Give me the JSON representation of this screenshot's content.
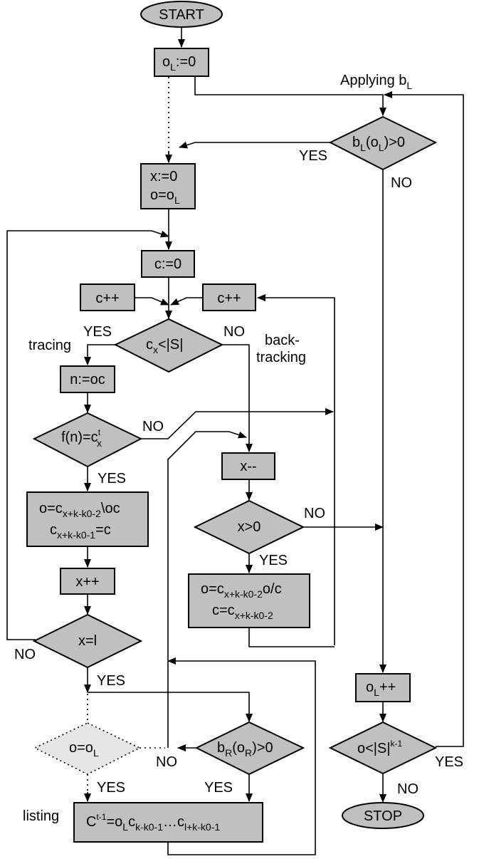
{
  "nodes": {
    "start": "START",
    "stop": "STOP",
    "init_ol": [
      "o",
      "L",
      ":=0"
    ],
    "applying_bl": [
      "Applying b",
      "L"
    ],
    "bl_cond": [
      "b",
      "L",
      "(o",
      "L",
      ")>0"
    ],
    "x_init": "x:=0",
    "o_init": [
      "o=o",
      "L"
    ],
    "c_init": "c:=0",
    "c_inc_left": "c++",
    "c_inc_right": "c++",
    "cx_cond": [
      "c",
      "x",
      "<|S|"
    ],
    "n_assign": "n:=oc",
    "fn_cond": [
      "f(n)=c",
      "t",
      "x"
    ],
    "o_update": [
      "o=c",
      "x+k-k0-2",
      "\\oc"
    ],
    "c_update": [
      "c",
      "x+k-k0-1",
      "=c"
    ],
    "x_inc": "x++",
    "x_cond": "x=l",
    "x_dec": "x--",
    "xgt0_cond": "x>0",
    "bt_o": [
      "o=c",
      "x+k-k0-2",
      "o/c"
    ],
    "bt_c": [
      "c=c",
      "x+k-k0-2"
    ],
    "ol_inc": [
      "o",
      "L",
      "++"
    ],
    "ol_cond": [
      "o<|S|",
      "k-1"
    ],
    "o_eq_ol": [
      "o=o",
      "L"
    ],
    "br_cond": [
      "b",
      "R",
      "(o",
      "R",
      ")>0"
    ],
    "listing_formula": [
      "C",
      "t-1",
      "=o",
      "L",
      "c",
      "k-k0-1",
      "…c",
      "l+k-k0-1"
    ]
  },
  "labels": {
    "tracing": "tracing",
    "back": "back-",
    "tracking": "tracking",
    "listing": "listing",
    "yes": "YES",
    "no": "NO"
  }
}
